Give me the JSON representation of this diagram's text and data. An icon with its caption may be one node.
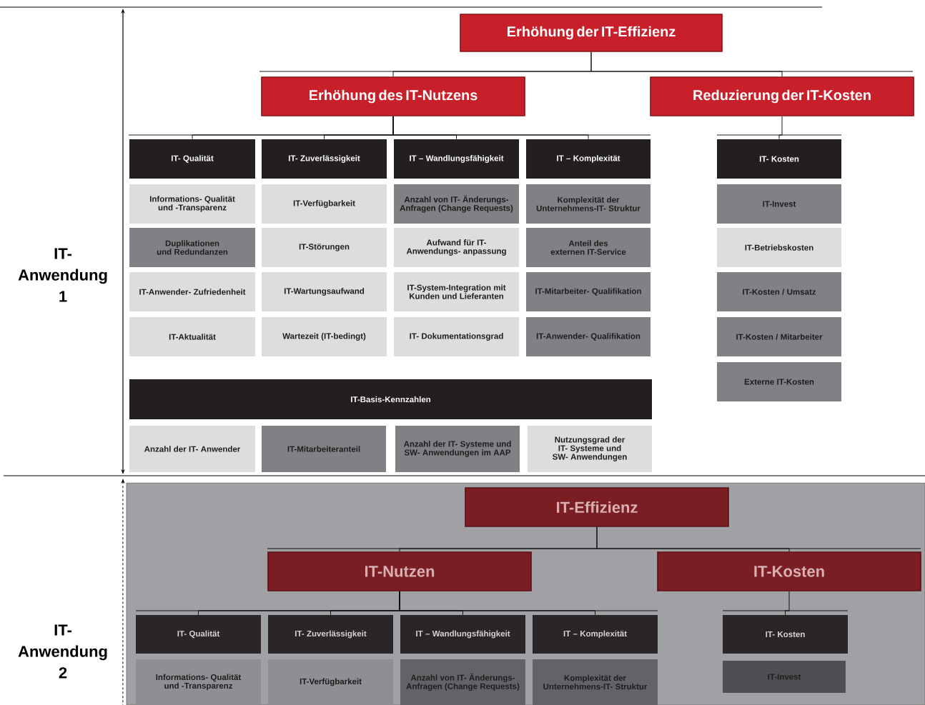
{
  "diagram": {
    "nodes": [
      {
        "text": [
          "Erhöhung der IT-Effizienz"
        ]
      },
      {
        "text": [
          "Erhöhung des IT-Nutzens"
        ]
      },
      {
        "text": [
          "Reduzierung der IT-Kosten"
        ]
      },
      {
        "text": [
          "IT- Qualität"
        ]
      },
      {
        "text": [
          "IT- Zuverlässigkeit"
        ]
      },
      {
        "text": [
          "IT – Wandlungsfähigkeit"
        ]
      },
      {
        "text": [
          "IT – Komplexität"
        ]
      },
      {
        "text": [
          "IT- Kosten"
        ]
      },
      {
        "text": [
          "Informations- Qualität und -Transparenz"
        ]
      },
      {
        "text": [
          "IT-Verfügbarkeit"
        ]
      },
      {
        "text": [
          "Anzahl von IT- Änderungs-Anfragen (Change Requests)"
        ]
      },
      {
        "text": [
          "Komplexität der Unternehmens-IT- Struktur"
        ]
      },
      {
        "text": [
          "IT-Invest"
        ]
      },
      {
        "text": [
          "Duplikationen und Redundanzen"
        ]
      },
      {
        "text": [
          "IT-Störungen"
        ]
      },
      {
        "text": [
          "Aufwand für IT- Anwendungs- anpassung"
        ]
      },
      {
        "text": [
          "Anteil des externen IT-Service"
        ]
      },
      {
        "text": [
          "IT-Betriebskosten"
        ]
      },
      {
        "text": [
          "IT-Anwender- Zufriedenheit"
        ]
      },
      {
        "text": [
          "IT-Wartungsaufwand"
        ]
      },
      {
        "text": [
          "IT-System-Integration mit Kunden und Lieferanten"
        ]
      },
      {
        "text": [
          "IT-Mitarbeiter- Qualifikation"
        ]
      },
      {
        "text": [
          "IT-Kosten / Umsatz"
        ]
      },
      {
        "text": [
          "IT-Aktualität"
        ]
      },
      {
        "text": [
          "Wartezeit (IT-bedingt)"
        ]
      },
      {
        "text": [
          "IT- Dokumentationsgrad"
        ]
      },
      {
        "text": [
          "IT-Anwender- Qualifikation"
        ]
      },
      {
        "text": [
          "IT-Kosten / Mitarbeiter"
        ]
      },
      {
        "text": [
          "Externe IT-Kosten"
        ]
      },
      {
        "text": [
          "IT-Basis-Kennzahlen"
        ]
      },
      {
        "text": [
          "Anzahl der IT- Anwender"
        ]
      },
      {
        "text": [
          "IT-Mitarbeiteranteil"
        ]
      },
      {
        "text": [
          "Anzahl der IT- Systeme und SW- Anwendungen im AAP"
        ]
      },
      {
        "text": [
          "Nutzungsgrad der IT- Systeme und SW- Anwendungen"
        ]
      },
      {
        "text": [],
        "shape": "box"
      },
      {
        "text": [
          "IT-Effizienz"
        ],
        "in": 34
      },
      {
        "text": [
          "IT-Nutzen"
        ],
        "in": 34
      },
      {
        "text": [
          "IT-Kosten"
        ],
        "in": 34
      },
      {
        "text": [
          "IT- Qualität"
        ],
        "in": 34
      },
      {
        "text": [
          "IT- Zuverlässigkeit"
        ],
        "in": 34
      },
      {
        "text": [
          "IT – Wandlungsfähigkeit"
        ],
        "in": 34
      },
      {
        "text": [
          "IT – Komplexität"
        ],
        "in": 34
      },
      {
        "text": [
          "IT- Kosten"
        ],
        "in": 34
      },
      {
        "text": [
          "Informations- Qualität und -Transparenz"
        ],
        "in": 34
      },
      {
        "text": [
          "IT-Verfügbarkeit"
        ],
        "in": 34
      },
      {
        "text": [
          "Anzahl von IT- Änderungs-Anfragen (Change Requests)"
        ],
        "in": 34
      },
      {
        "text": [
          "Komplexität der Unternehmens-IT- Struktur"
        ],
        "in": 34
      },
      {
        "text": [
          "IT-Invest"
        ],
        "in": 34
      }
    ],
    "edges": [
      {
        "from": 0,
        "to": 1,
        "arrow": "none"
      },
      {
        "from": 0,
        "to": 2,
        "arrow": "none"
      },
      {
        "from": 1,
        "to": 3,
        "arrow": "none"
      },
      {
        "from": 1,
        "to": 4,
        "arrow": "none"
      },
      {
        "from": 1,
        "to": 5,
        "arrow": "none"
      },
      {
        "from": 1,
        "to": 6,
        "arrow": "none"
      },
      {
        "from": 2,
        "to": 7,
        "arrow": "none"
      },
      {
        "from": 35,
        "to": 36,
        "arrow": "none"
      },
      {
        "from": 35,
        "to": 37,
        "arrow": "none"
      },
      {
        "from": 36,
        "to": 38,
        "arrow": "none"
      },
      {
        "from": 36,
        "to": 39,
        "arrow": "none"
      },
      {
        "from": 36,
        "to": 40,
        "arrow": "none"
      },
      {
        "from": 36,
        "to": 41,
        "arrow": "none"
      },
      {
        "from": 37,
        "to": 42,
        "arrow": "none"
      }
    ],
    "labels": [
      "IT- Anwendung 1",
      "IT- Anwendung 2"
    ]
  }
}
